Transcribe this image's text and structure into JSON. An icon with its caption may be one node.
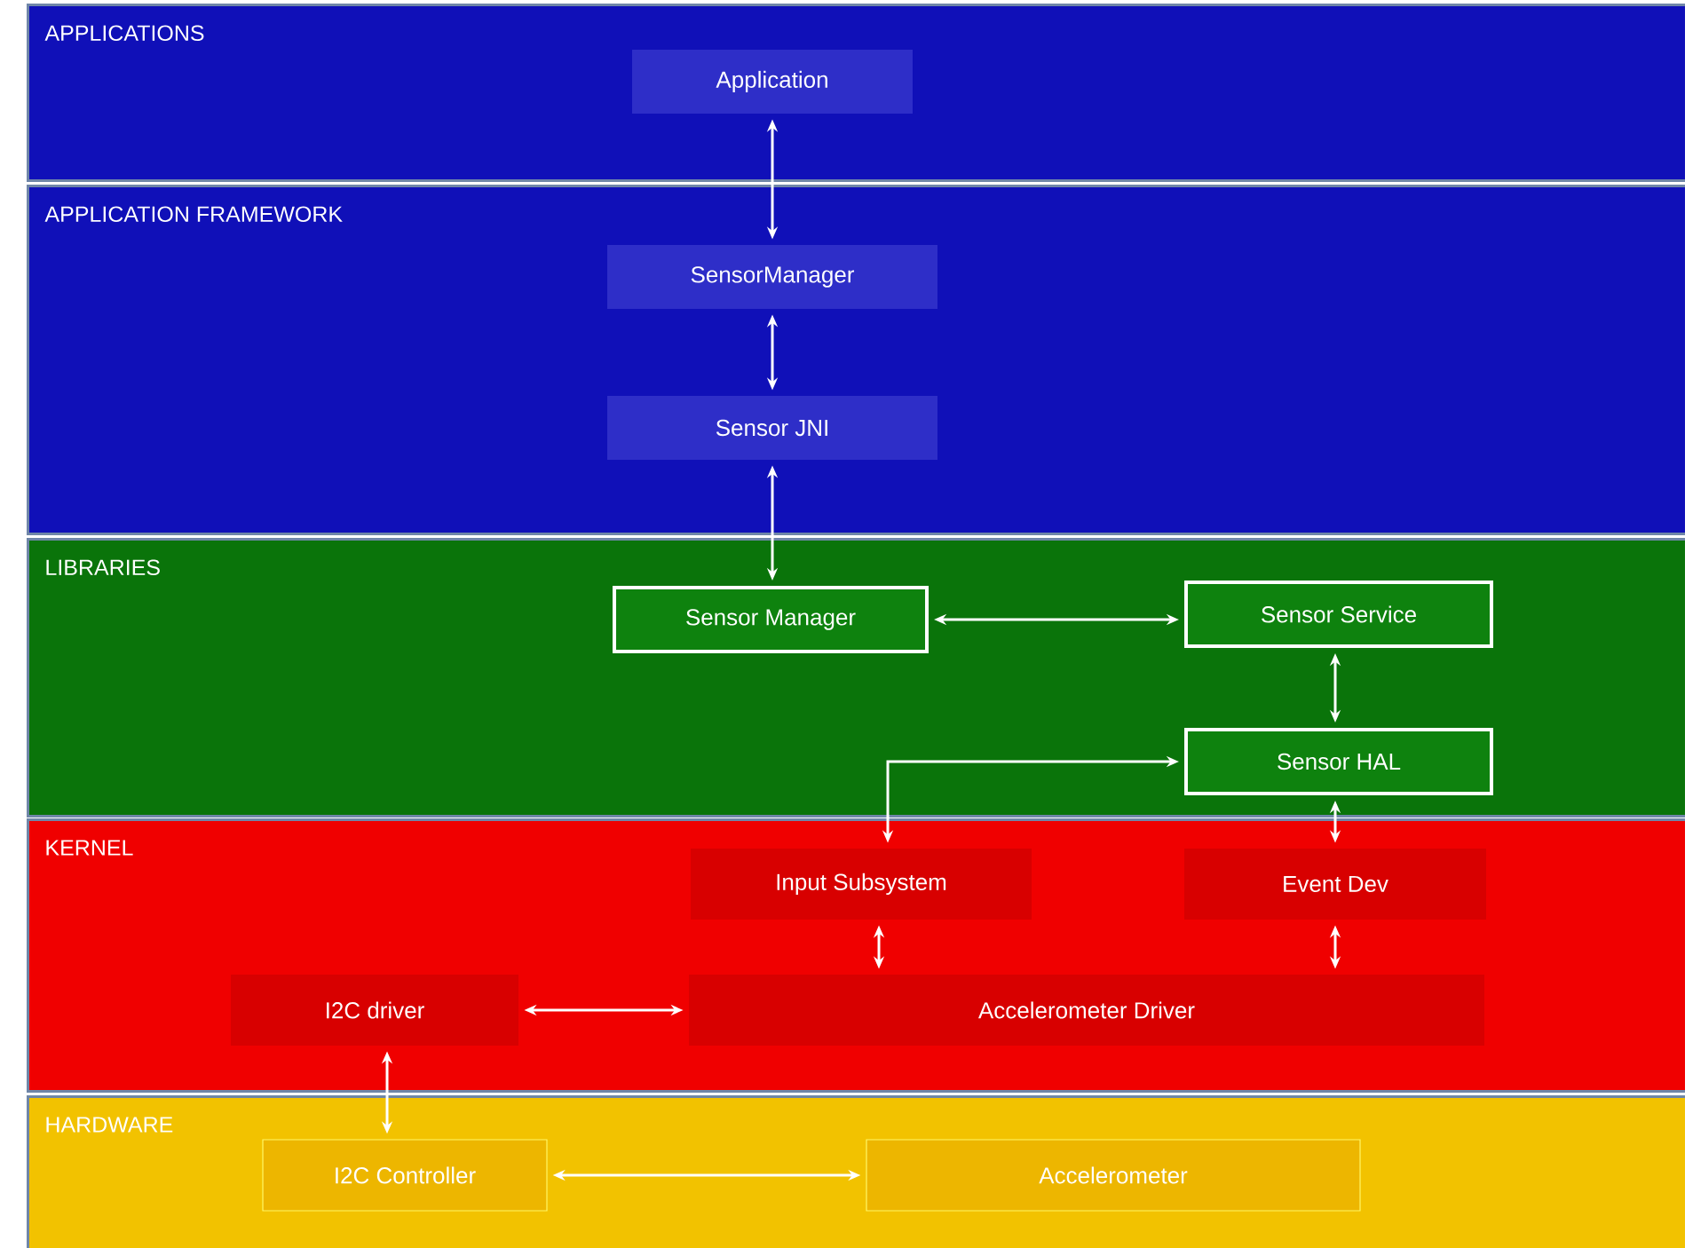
{
  "diagram": {
    "nodes": [
      {
        "text": [
          "APPLICATIONS"
        ]
      },
      {
        "text": [
          "APPLICATION FRAMEWORK"
        ]
      },
      {
        "text": [
          "LIBRARIES"
        ]
      },
      {
        "text": [
          "KERNEL"
        ]
      },
      {
        "text": [
          "HARDWARE"
        ]
      },
      {
        "text": [
          "Application"
        ],
        "in": 0
      },
      {
        "text": [
          "SensorManager"
        ],
        "in": 1
      },
      {
        "text": [
          "Sensor JNI"
        ],
        "in": 1
      },
      {
        "text": [
          "Sensor Manager"
        ],
        "in": 2
      },
      {
        "text": [
          "Sensor Service"
        ],
        "in": 2
      },
      {
        "text": [
          "Sensor HAL"
        ],
        "in": 2
      },
      {
        "text": [
          "Input Subsystem"
        ],
        "in": 3
      },
      {
        "text": [
          "Event Dev"
        ],
        "in": 3
      },
      {
        "text": [
          "I2C driver"
        ],
        "in": 3
      },
      {
        "text": [
          "Accelerometer Driver"
        ],
        "in": 3
      },
      {
        "text": [
          "I2C Controller"
        ],
        "in": 4
      },
      {
        "text": [
          "Accelerometer"
        ],
        "in": 4
      }
    ],
    "edges": [
      {
        "from": 5,
        "to": 6,
        "arrow": "both"
      },
      {
        "from": 6,
        "to": 7,
        "arrow": "both"
      },
      {
        "from": 7,
        "to": 8,
        "arrow": "both"
      },
      {
        "from": 8,
        "to": 9,
        "arrow": "both"
      },
      {
        "from": 9,
        "to": 10,
        "arrow": "both"
      },
      {
        "from": 10,
        "to": 11,
        "arrow": "both"
      },
      {
        "from": 10,
        "to": 12,
        "arrow": "both"
      },
      {
        "from": 11,
        "to": 14,
        "arrow": "both"
      },
      {
        "from": 12,
        "to": 14,
        "arrow": "both"
      },
      {
        "from": 13,
        "to": 14,
        "arrow": "both"
      },
      {
        "from": 13,
        "to": 15,
        "arrow": "both"
      },
      {
        "from": 15,
        "to": 16,
        "arrow": "both"
      }
    ]
  }
}
